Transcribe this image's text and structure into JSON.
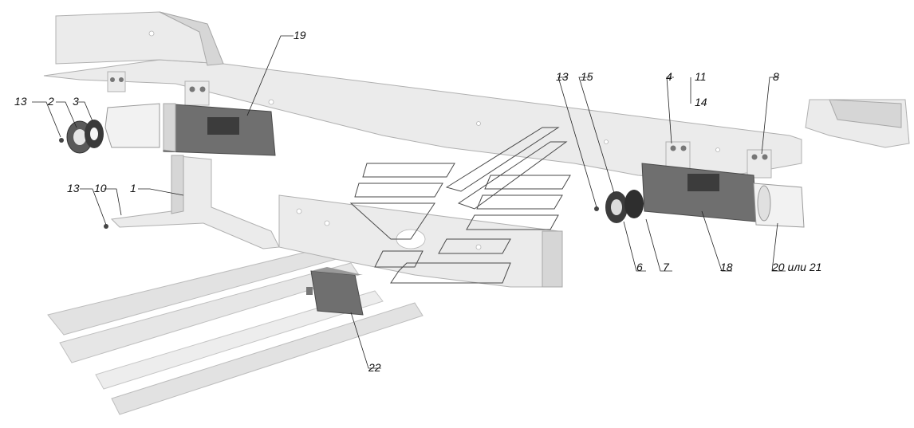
{
  "callouts": {
    "c1": "1",
    "c2": "2",
    "c3": "3",
    "c4": "4",
    "c6": "6",
    "c7": "7",
    "c8": "8",
    "c10": "10",
    "c11": "11",
    "c13a": "13",
    "c13b": "13",
    "c13c": "13",
    "c14": "14",
    "c15": "15",
    "c18": "18",
    "c19": "19",
    "c20": "20 или 21",
    "c22": "22"
  }
}
